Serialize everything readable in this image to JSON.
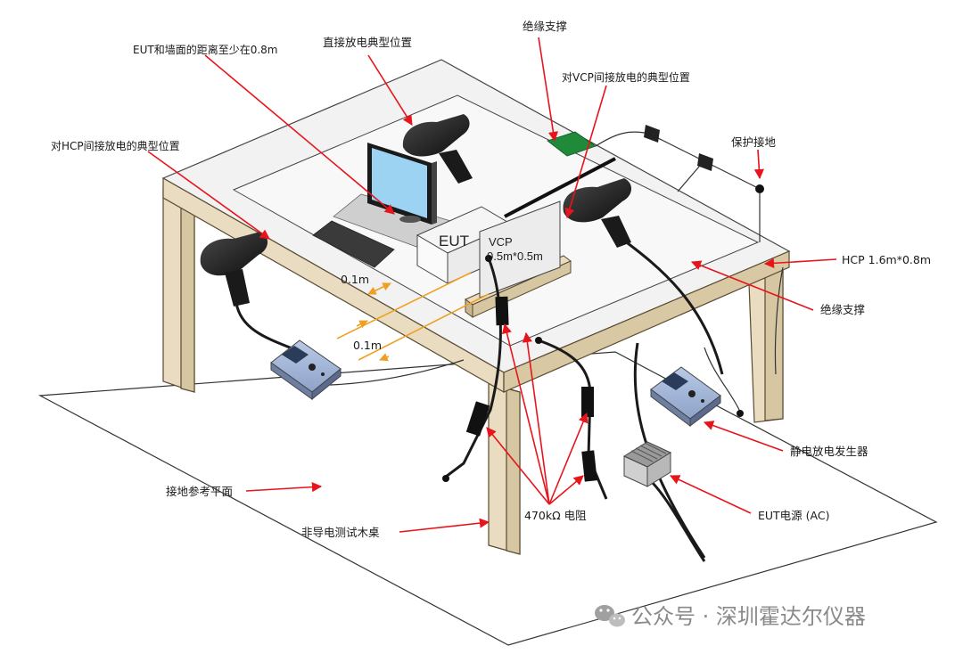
{
  "labels": {
    "eut_wall": "EUT和墙面的距离至少在0.8m",
    "direct_pos": "直接放电典型位置",
    "insul_top": "绝缘支撑",
    "vcp_pos": "对VCP间接放电的典型位置",
    "hcp_pos": "对HCP间接放电的典型位置",
    "prot_ground": "保护接地",
    "hcp_size": "HCP 1.6m*0.8m",
    "insul_right": "绝缘支撑",
    "esd_gen": "静电放电发生器",
    "resistor": "470kΩ 电阻",
    "eut_power": "EUT电源 (AC)",
    "ground_plane": "接地参考平面",
    "wood_table": "非导电测试木桌",
    "dist_1": "0.1m",
    "dist_2": "0.1m",
    "eut_box": "EUT",
    "vcp_name": "VCP",
    "vcp_size": "0.5m*0.5m"
  },
  "watermark": {
    "text": "公众号 · 深圳霍达尔仪器",
    "icon": "wechat-icon"
  },
  "colors": {
    "arrow": "#e8141c",
    "table_wood": "#e9dcc0",
    "orange_dim": "#f0a020",
    "pcb_green": "#1f8a3a",
    "monitor_screen": "#9cd3f2"
  }
}
